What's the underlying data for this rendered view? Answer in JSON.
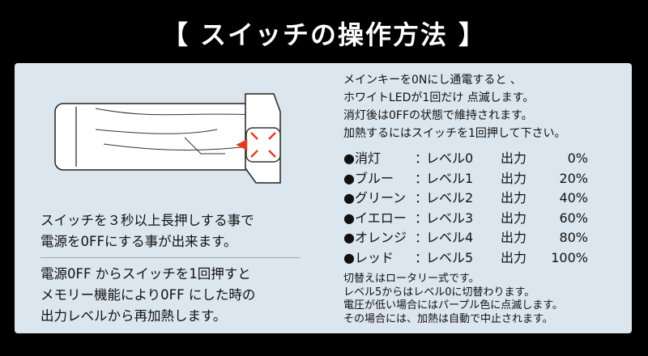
{
  "title": "【 スイッチの操作方法 】",
  "left": {
    "block1": [
      "スイッチを３秒以上長押しする事で",
      "電源を0FFにする事が出来ます。"
    ],
    "block2": [
      "電源0FF からスイッチを1回押すと",
      "メモリー機能により0FF にした時の",
      "出力レベルから再加熱します。"
    ]
  },
  "right": {
    "intro": [
      "メインキーを0Nにし通電すると 、",
      "ホワイトLEDが1回だけ 点滅します。",
      "消灯後は0FFの状態で維持されます。",
      "加熱するにはスイッチを1回押して下さい。"
    ],
    "levels": [
      {
        "name": "●消灯",
        "level": "レベル0",
        "output": "出力",
        "pct": "0%"
      },
      {
        "name": "●ブルー",
        "level": "レベル1",
        "output": "出力",
        "pct": "20%"
      },
      {
        "name": "●グリーン",
        "level": "レベル2",
        "output": "出力",
        "pct": "40%"
      },
      {
        "name": "●イエロー",
        "level": "レベル3",
        "output": "出力",
        "pct": "60%"
      },
      {
        "name": "●オレンジ",
        "level": "レベル4",
        "output": "出力",
        "pct": "80%"
      },
      {
        "name": "●レッド",
        "level": "レベル5",
        "output": "出力",
        "pct": "100%"
      }
    ],
    "colon": "：",
    "notes": [
      "切替えはロータリー式です。",
      "レベル5からはレベル0に切替わります。",
      "電圧が低い場合にはパープル色に点滅します。",
      "その場合には、加熱は自動で中止されます。"
    ]
  },
  "colors": {
    "background": "#000000",
    "panel": "#dce6ee",
    "title": "#ffffff",
    "arrows": "#e53a1f"
  }
}
